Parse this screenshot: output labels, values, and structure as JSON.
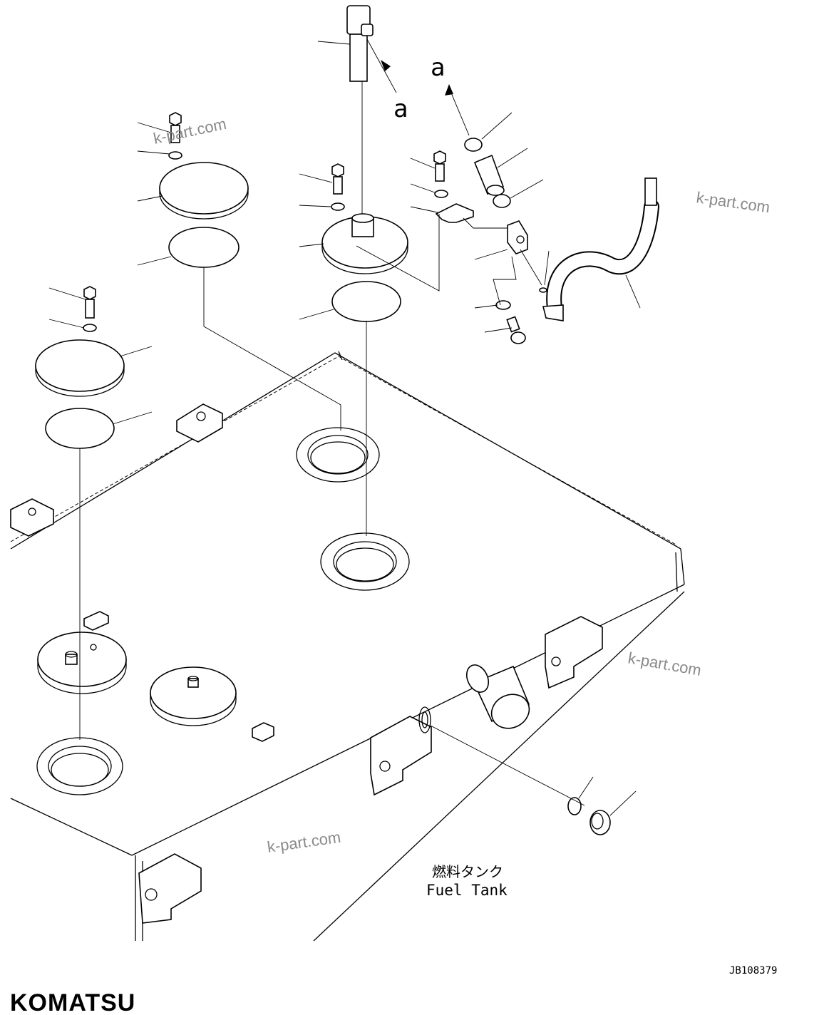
{
  "annotations": {
    "arrow_label_top": "a",
    "arrow_label_right": "a"
  },
  "labels": {
    "tank_jp": "燃料タンク",
    "tank_en": "Fuel Tank",
    "drawing_code": "JB108379"
  },
  "watermarks": [
    "k-part.com",
    "k-part.com",
    "k-part.com",
    "k-part.com"
  ],
  "brand": {
    "logo_text": "KOMATSU"
  },
  "colors": {
    "line": "#000000",
    "background": "#ffffff",
    "watermark": "#8a8a8a"
  }
}
